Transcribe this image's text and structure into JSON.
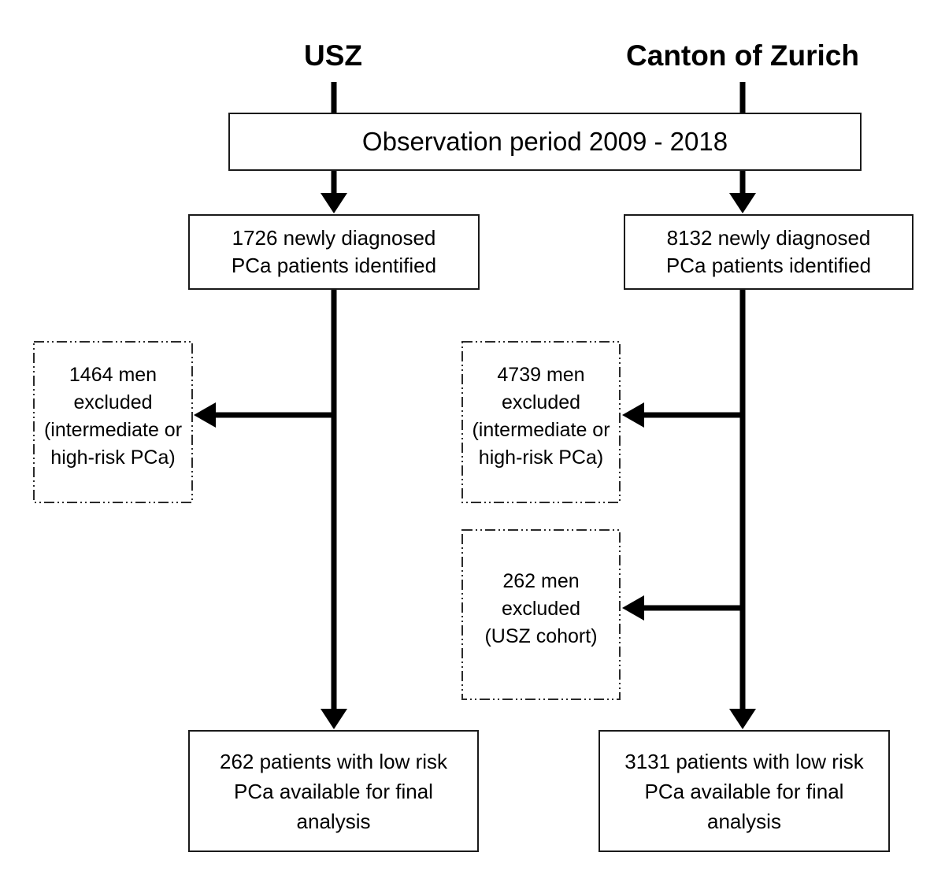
{
  "figure": {
    "type": "patient-flow-diagram",
    "background": "#ffffff",
    "line_color": "#000000",
    "box_border_color": "#1a1a1a",
    "text_color": "#000000"
  },
  "observation": {
    "label": "Observation period 2009 - 2018"
  },
  "columns": [
    {
      "header": "USZ",
      "identified": "1726 newly diagnosed\nPCa patients identified",
      "excluded": [
        "1464 men\nexcluded\n(intermediate or\nhigh-risk PCa)"
      ],
      "final": "262 patients with low risk\nPCa available for final\nanalysis"
    },
    {
      "header": "Canton of Zurich",
      "identified": "8132 newly diagnosed\nPCa patients identified",
      "excluded": [
        "4739 men\nexcluded\n(intermediate or\nhigh-risk PCa)",
        "262 men\nexcluded\n(USZ cohort)"
      ],
      "final": "3131 patients with low risk\nPCa available for final\nanalysis"
    }
  ]
}
